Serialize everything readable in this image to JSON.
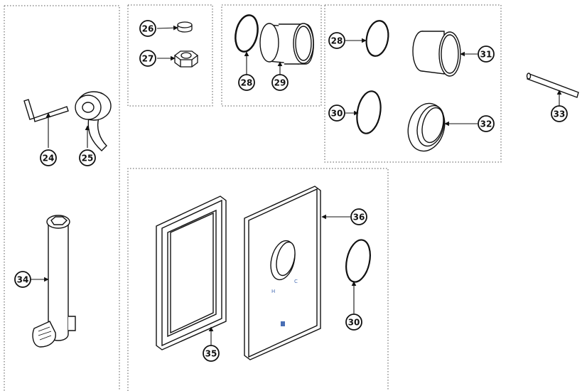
{
  "callouts": {
    "c24": "24",
    "c25": "25",
    "c26": "26",
    "c27": "27",
    "c28a": "28",
    "c29": "29",
    "c28b": "28",
    "c31": "31",
    "c30a": "30",
    "c32": "32",
    "c33": "33",
    "c34": "34",
    "c35": "35",
    "c36": "36",
    "c30b": "30"
  },
  "plate_marks": {
    "left": "H",
    "right": "C"
  },
  "colors": {
    "line": "#111111",
    "box_border": "#555555",
    "plate_mark": "#4a6fb5"
  }
}
